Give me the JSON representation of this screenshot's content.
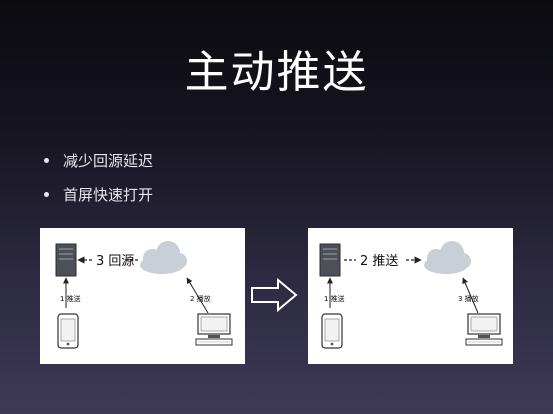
{
  "slide": {
    "title": "主动推送",
    "bullets": [
      "减少回源延迟",
      "首屏快速打开"
    ]
  },
  "diagram_left": {
    "main_label": "3 回源",
    "label_phone": "1 推送",
    "label_pc": "2 播放"
  },
  "diagram_right": {
    "main_label": "2 推送",
    "label_phone": "1 推送",
    "label_pc": "3 播放"
  },
  "colors": {
    "title": "#ffffff",
    "cloud": "#c9cfd6",
    "server": "#4d5056"
  }
}
